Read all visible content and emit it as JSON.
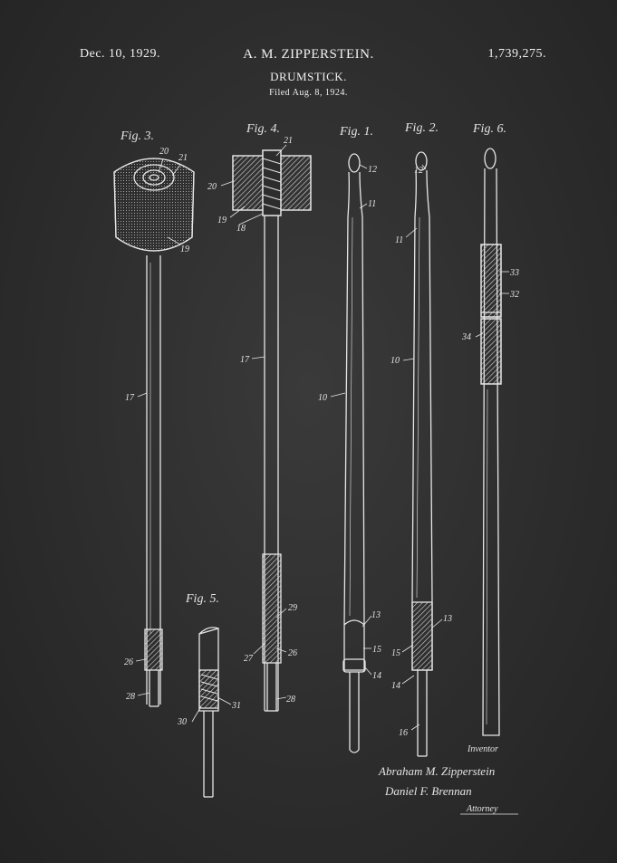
{
  "header": {
    "date": "Dec. 10, 1929.",
    "inventor": "A. M. ZIPPERSTEIN.",
    "patent_number": "1,739,275.",
    "title": "DRUMSTICK.",
    "filed": "Filed Aug. 8, 1924."
  },
  "figures": {
    "fig3": "Fig. 3.",
    "fig4": "Fig. 4.",
    "fig1": "Fig. 1.",
    "fig2": "Fig. 2.",
    "fig6": "Fig. 6.",
    "fig5": "Fig. 5."
  },
  "refs": {
    "f3_20": "20",
    "f3_21": "21",
    "f3_19": "19",
    "f3_17": "17",
    "f3_26": "26",
    "f3_28": "28",
    "f4_21": "21",
    "f4_20": "20",
    "f4_19": "19",
    "f4_18": "18",
    "f4_17": "17",
    "f4_29": "29",
    "f4_27": "27",
    "f4_26": "26",
    "f4_28": "28",
    "f1_12": "12",
    "f1_11": "11",
    "f1_10": "10",
    "f1_13": "13",
    "f1_15": "15",
    "f1_14": "14",
    "f2_12": "12",
    "f2_11": "11",
    "f2_10": "10",
    "f2_13": "13",
    "f2_15": "15",
    "f2_14": "14",
    "f2_16": "16",
    "f6_33": "33",
    "f6_32": "32",
    "f6_34": "34",
    "f5_30": "30",
    "f5_31": "31"
  },
  "signature": {
    "inventor_caption": "Inventor",
    "inventor_name": "Abraham M. Zipperstein",
    "attorney_name": "Daniel F. Brennan",
    "attorney_caption": "Attorney"
  },
  "colors": {
    "background": "#2d2d2d",
    "ink": "#e9e9e9"
  }
}
